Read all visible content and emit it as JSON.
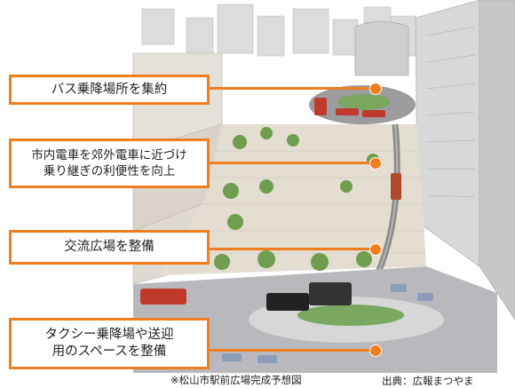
{
  "callouts": [
    {
      "text": "バス乗降場所を集約"
    },
    {
      "text": "市内電車を郊外電車に近づけ\n乗り継ぎの利便性を向上"
    },
    {
      "text": "交流広場を整備"
    },
    {
      "text": "タクシー乗降場や送迎\n用のスペースを整備"
    }
  ],
  "caption": "※松山市駅前広場完成予想図",
  "source": "出典：広報まつやま",
  "colors": {
    "accent": "#f07d1e"
  }
}
